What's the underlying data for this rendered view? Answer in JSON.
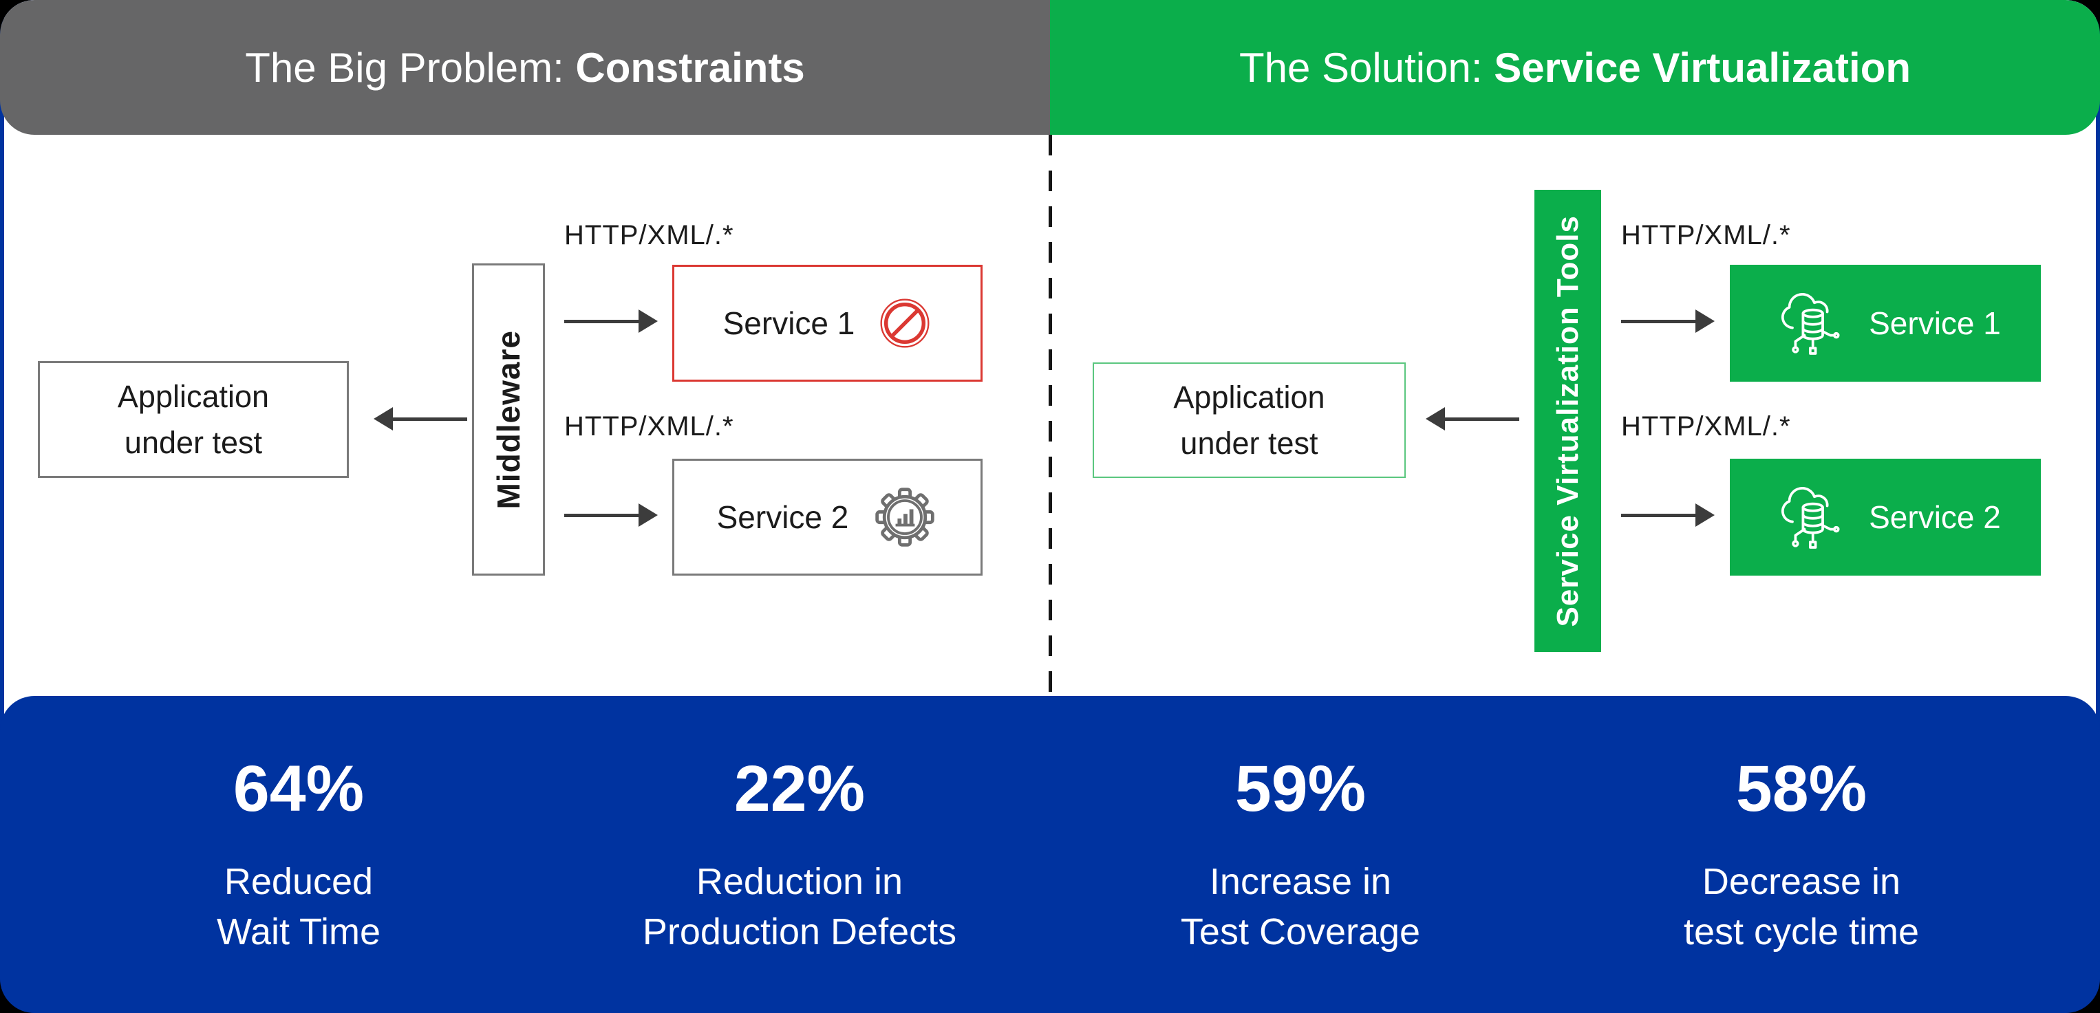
{
  "headers": {
    "problem_prefix": "The Big Problem: ",
    "problem_emphasis": "Constraints",
    "solution_prefix": "The Solution: ",
    "solution_emphasis": "Service Virtualization"
  },
  "problem": {
    "app_line1": "Application",
    "app_line2": "under test",
    "middleware_label": "Middleware",
    "protocols": [
      "HTTP/XML/.*",
      "HTTP/XML/.*"
    ],
    "service1_label": "Service 1",
    "service2_label": "Service 2",
    "service1_icon": "blocked-icon",
    "service2_icon": "gear-analytics-icon"
  },
  "solution": {
    "app_line1": "Application",
    "app_line2": "under test",
    "tools_label": "Service Virtualization Tools",
    "protocols": [
      "HTTP/XML/.*",
      "HTTP/XML/.*"
    ],
    "service1_label": "Service 1",
    "service2_label": "Service 2",
    "service_icon": "virtual-service-cloud-db-icon"
  },
  "stats": [
    {
      "value": "64%",
      "line1": "Reduced",
      "line2": "Wait Time"
    },
    {
      "value": "22%",
      "line1": "Reduction in",
      "line2": "Production Defects"
    },
    {
      "value": "59%",
      "line1": "Increase in",
      "line2": "Test Coverage"
    },
    {
      "value": "58%",
      "line1": "Decrease in",
      "line2": "test cycle time"
    }
  ],
  "colors": {
    "panel_blue": "#0033A0",
    "problem_gray": "#666667",
    "solution_green": "#0BAE4B",
    "blocked_red": "#DB3832",
    "box_border_gray": "#7A7A7A",
    "arrow_dark": "#3C3C3C",
    "app_border_green": "#5BC77F"
  }
}
